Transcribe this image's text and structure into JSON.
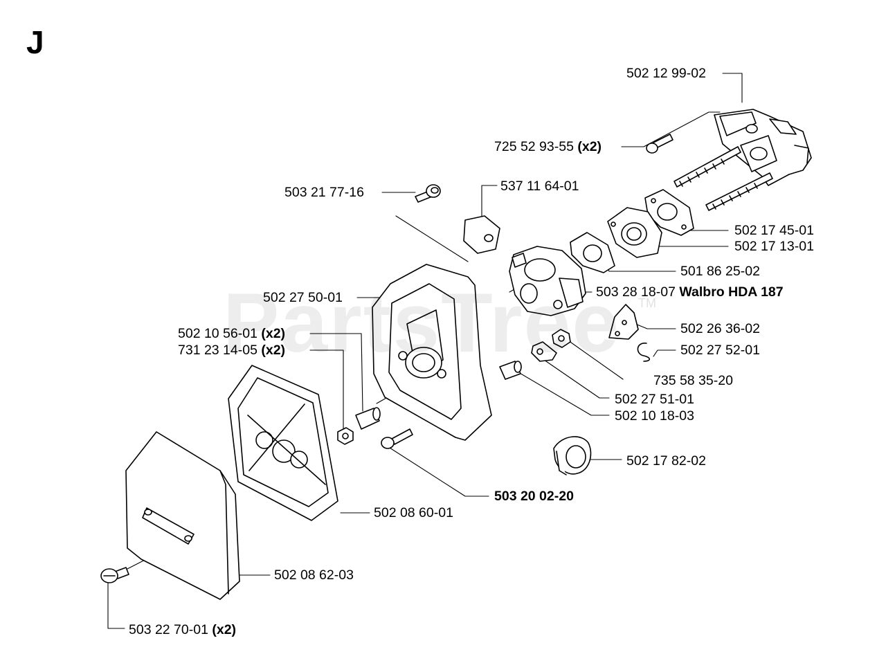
{
  "section_letter": "J",
  "watermark": {
    "text": "PartsTree",
    "tm": "TM"
  },
  "callouts": [
    {
      "id": "c01",
      "part": "502 12 99-02",
      "note": ""
    },
    {
      "id": "c02",
      "part": "725 52 93-55",
      "note": "(x2)"
    },
    {
      "id": "c03",
      "part": "503 21 77-16",
      "note": ""
    },
    {
      "id": "c04",
      "part": "537 11 64-01",
      "note": ""
    },
    {
      "id": "c05",
      "part": "502 17 45-01",
      "note": ""
    },
    {
      "id": "c06",
      "part": "502 17 13-01",
      "note": ""
    },
    {
      "id": "c07",
      "part": "501 86 25-02",
      "note": ""
    },
    {
      "id": "c08",
      "part": "503 28 18-07",
      "note": "Walbro HDA 187"
    },
    {
      "id": "c09",
      "part": "502 27 50-01",
      "note": ""
    },
    {
      "id": "c10",
      "part": "502 26 36-02",
      "note": ""
    },
    {
      "id": "c11",
      "part": "502 10 56-01",
      "note": "(x2)"
    },
    {
      "id": "c12",
      "part": "731 23 14-05",
      "note": "(x2)"
    },
    {
      "id": "c13",
      "part": "502 27 52-01",
      "note": ""
    },
    {
      "id": "c14",
      "part": "735 58 35-20",
      "note": ""
    },
    {
      "id": "c15",
      "part": "502 27 51-01",
      "note": ""
    },
    {
      "id": "c16",
      "part": "502 10 18-03",
      "note": ""
    },
    {
      "id": "c17",
      "part": "502 17 82-02",
      "note": ""
    },
    {
      "id": "c18",
      "part": "503 20 02-20",
      "note": ""
    },
    {
      "id": "c19",
      "part": "502 08 60-01",
      "note": ""
    },
    {
      "id": "c20",
      "part": "502 08 62-03",
      "note": ""
    },
    {
      "id": "c21",
      "part": "503 22 70-01",
      "note": "(x2)"
    }
  ]
}
